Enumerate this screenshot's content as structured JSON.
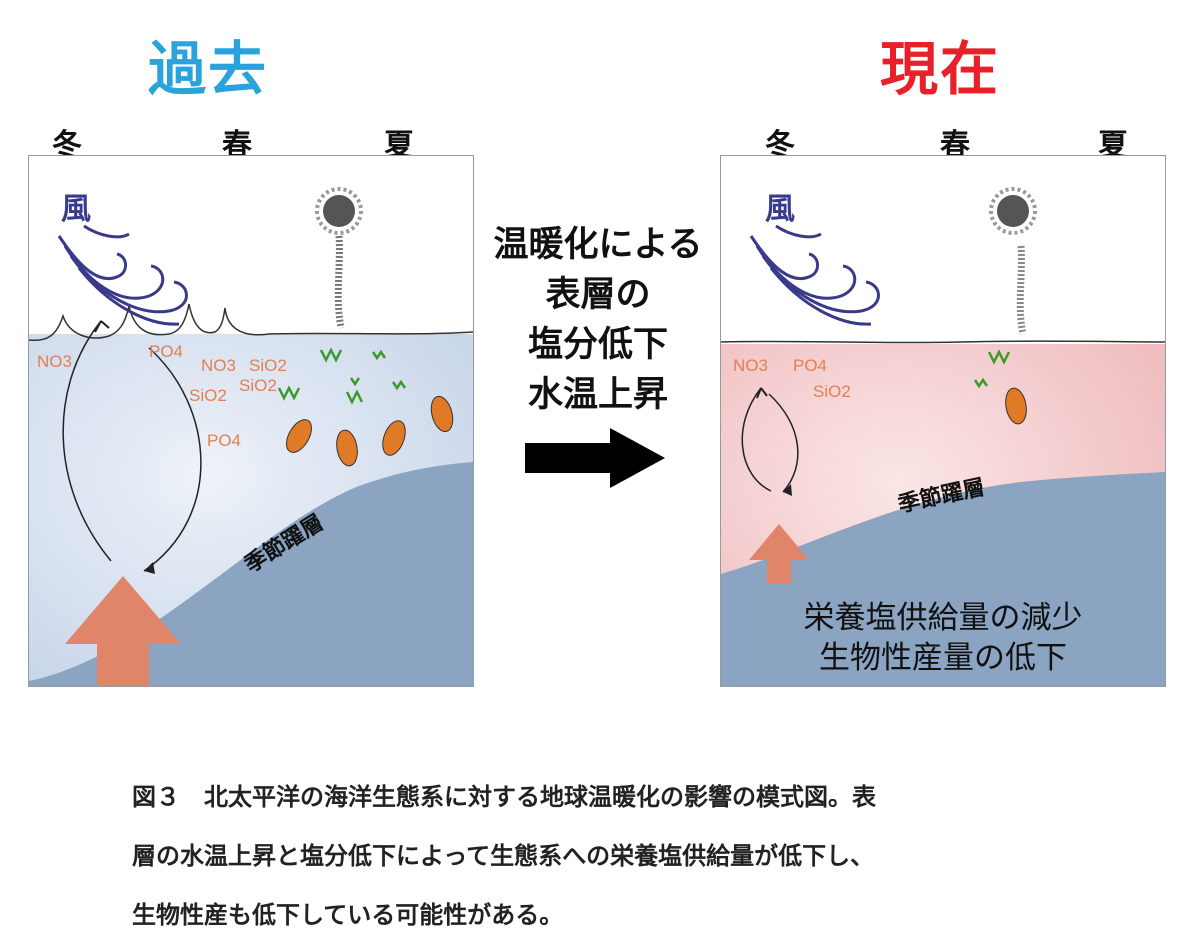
{
  "left": {
    "title": "過去",
    "title_color": "#2aa3dc",
    "seasons": [
      "冬",
      "春",
      "夏"
    ],
    "wind": "風",
    "nutrients": [
      "NO3",
      "PO4",
      "NO3",
      "SiO2",
      "SiO2",
      "SiO2",
      "PO4"
    ],
    "thermocline": "季節躍層"
  },
  "right": {
    "title": "現在",
    "title_color": "#e8202a",
    "seasons": [
      "冬",
      "春",
      "夏"
    ],
    "wind": "風",
    "nutrients": [
      "NO3",
      "PO4",
      "SiO2"
    ],
    "thermocline": "季節躍層",
    "result_lines": [
      "栄養塩供給量の減少",
      "生物性産量の低下"
    ]
  },
  "center": {
    "lines": [
      "温暖化による",
      "表層の",
      "塩分低下",
      "水温上昇"
    ]
  },
  "caption": {
    "lines": [
      "図３　北太平洋の海洋生態系に対する地球温暖化の影響の模式図。表",
      "層の水温上昇と塩分低下によって生態系への栄養塩供給量が低下し、",
      "生物性産も低下している可能性がある。"
    ]
  },
  "colors": {
    "deep_water": "#8aa4c2",
    "past_surface": "#dfe7f3",
    "present_surface": "#f4cfd0",
    "nutrient_text": "#e08050",
    "upwelling_arrow": "#e0846a",
    "plankton_orange": "#e07a26",
    "phyto_green": "#3a9a2a",
    "wind_blue": "#3a3a8a"
  }
}
